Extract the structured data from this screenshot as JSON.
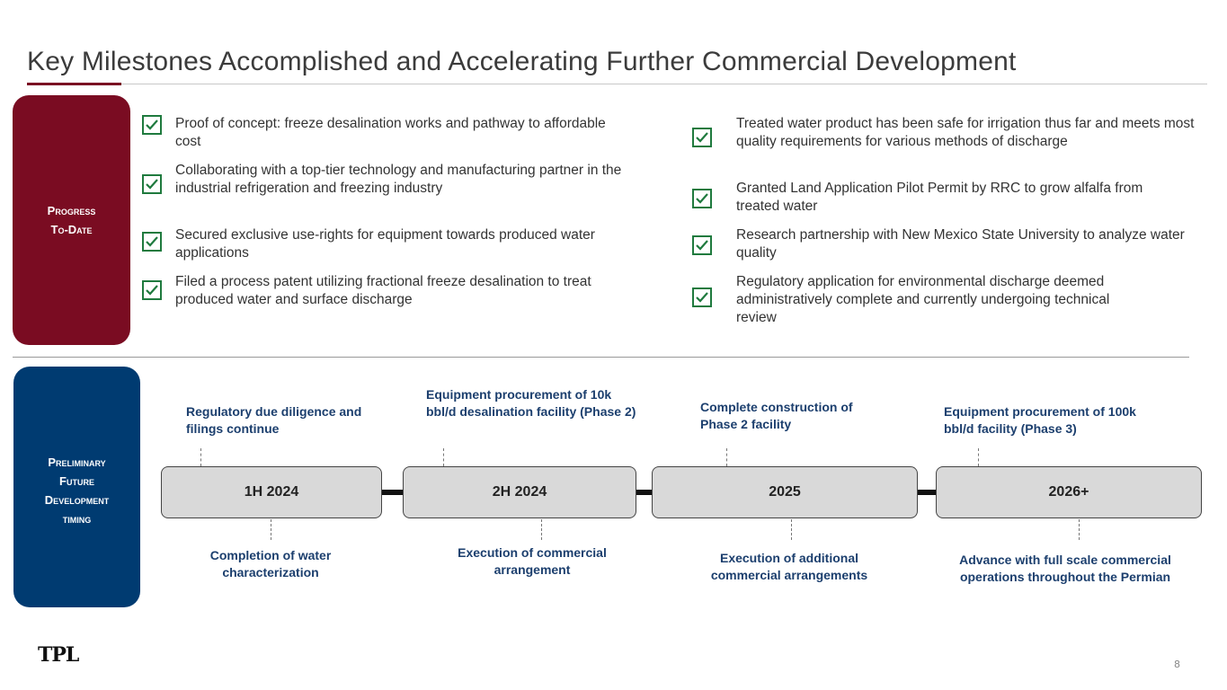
{
  "title": "Key Milestones Accomplished and Accelerating Further Commercial Development",
  "progress": {
    "label_line1": "Progress",
    "label_line2": "To-Date",
    "left_items": [
      {
        "text": "Proof of concept: freeze desalination works and pathway to affordable cost"
      },
      {
        "text": "Collaborating with a top-tier technology and manufacturing partner in the industrial refrigeration and freezing industry"
      },
      {
        "text": "Secured exclusive use-rights for equipment towards produced water applications"
      },
      {
        "text": "Filed a process patent utilizing fractional freeze desalination to treat produced water and surface discharge"
      }
    ],
    "right_items": [
      {
        "text": "Treated water product has been safe for irrigation thus far and meets most quality requirements for various methods of discharge"
      },
      {
        "text": "Granted Land Application Pilot Permit by RRC to grow alfalfa from treated water"
      },
      {
        "text": "Research partnership with New Mexico State University to analyze water quality"
      },
      {
        "text": "Regulatory application for environmental discharge deemed administratively complete and currently undergoing technical review"
      }
    ]
  },
  "future": {
    "label_lines": [
      "Preliminary",
      "Future",
      "Development",
      "timing"
    ],
    "periods": [
      {
        "label": "1H 2024",
        "above": "Regulatory due diligence and filings continue",
        "below": "Completion of water characterization"
      },
      {
        "label": "2H 2024",
        "above": "Equipment procurement of 10k bbl/d desalination facility (Phase 2)",
        "below": "Execution of commercial arrangement"
      },
      {
        "label": "2025",
        "above": "Complete construction of Phase 2 facility",
        "below": "Execution of additional commercial arrangements"
      },
      {
        "label": "2026+",
        "above": "Equipment procurement of 100k bbl/d facility (Phase 3)",
        "below": "Advance with full scale commercial operations throughout the Permian"
      }
    ]
  },
  "logo": "TPL",
  "page_number": "8",
  "colors": {
    "maroon": "#7a0c22",
    "navy": "#003b71",
    "check_green": "#1f7a3e",
    "label_blue": "#1c3f6e"
  }
}
